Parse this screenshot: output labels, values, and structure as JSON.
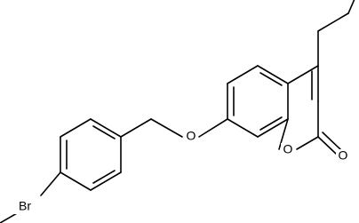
{
  "molecule": {
    "atoms": {
      "bromine": "Br",
      "ether_oxygen": "O",
      "ring_oxygen": "O",
      "carbonyl_oxygen": "O"
    },
    "colors": {
      "line": "#000000",
      "background": "#ffffff",
      "text": "#000000"
    }
  }
}
